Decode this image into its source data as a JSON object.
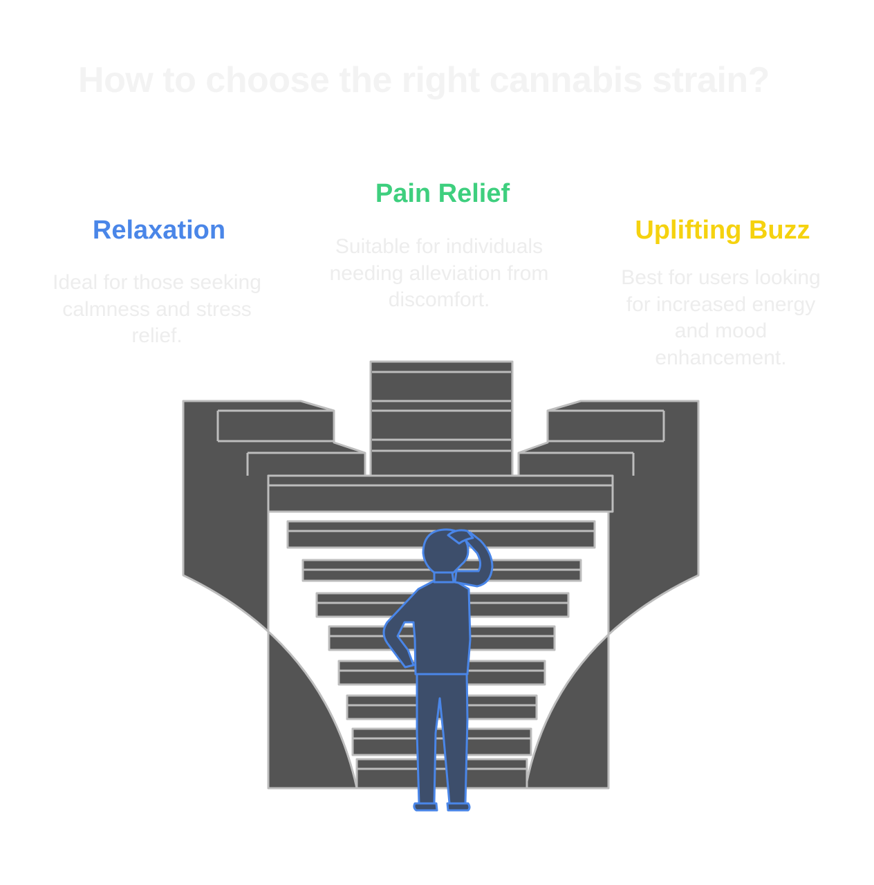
{
  "title": "How to choose the right cannabis strain?",
  "options": [
    {
      "key": "relaxation",
      "title": "Relaxation",
      "description": "Ideal for those seeking calmness and stress relief.",
      "color": "#4a86e8"
    },
    {
      "key": "pain_relief",
      "title": "Pain Relief",
      "description": "Suitable for individuals needing alleviation from discomfort.",
      "color": "#3ecf7e"
    },
    {
      "key": "uplifting_buzz",
      "title": "Uplifting Buzz",
      "description": "Best for users looking for increased energy and mood enhancement.",
      "color": "#f5d20f"
    }
  ],
  "colors": {
    "stairs": "#545454",
    "stair_outline": "#bdbdbd",
    "figure_fill": "#3d4e6b",
    "figure_outline": "#4a86e8"
  },
  "illustration": "person-at-crossroads-stairs"
}
